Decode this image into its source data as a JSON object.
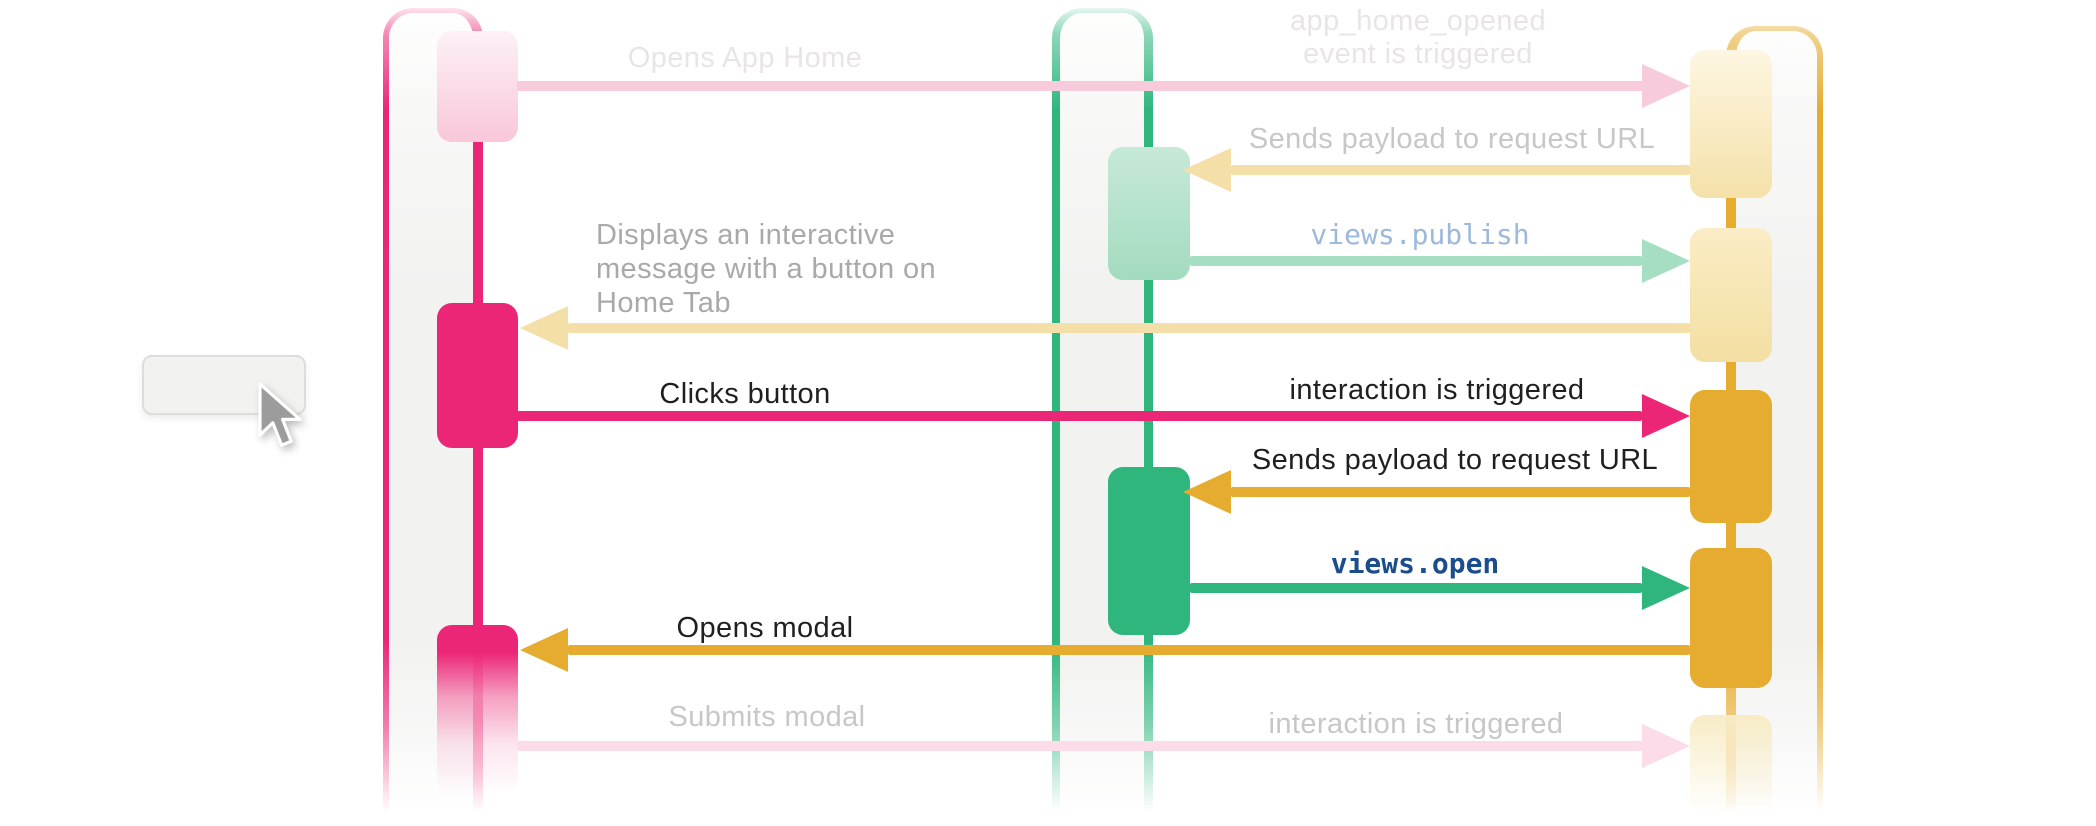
{
  "colors": {
    "pink": "#EC2677",
    "green": "#2EB67D",
    "gold": "#E6AC30",
    "pink-light": "#F7CBDC",
    "pink-faint": "#FBDCE8",
    "gold-light": "#F4DFA8",
    "mint": "#A5DEC3",
    "text-dark": "#1F1F1F",
    "text-gray": "#A9A9A9",
    "text-faint": "#C7C7C7",
    "text-ghost": "#E9E5E7",
    "code-light": "#9CB9DB",
    "code-dark": "#1B4D8C"
  },
  "lifelines": [
    {
      "id": "left",
      "color": "#EC2677"
    },
    {
      "id": "middle",
      "color": "#2EB67D"
    },
    {
      "id": "right",
      "color": "#E6AC30"
    }
  ],
  "messages": [
    {
      "label": "Opens App Home",
      "label_secondary": "app_home_opened\nevent is triggered",
      "from": "left",
      "to": "right",
      "state": "faded"
    },
    {
      "label": "Sends payload to request URL",
      "from": "right",
      "to": "middle",
      "state": "faded"
    },
    {
      "label": "views.publish",
      "from": "middle",
      "to": "right",
      "state": "faded",
      "code": true
    },
    {
      "label": "Displays an interactive\nmessage with a button on\nHome Tab",
      "from": "right",
      "to": "left",
      "state": "faded"
    },
    {
      "label": "Clicks button",
      "label_secondary": "interaction is triggered",
      "from": "left",
      "to": "right",
      "state": "active"
    },
    {
      "label": "Sends payload to request URL",
      "from": "right",
      "to": "middle",
      "state": "active"
    },
    {
      "label": "views.open",
      "from": "middle",
      "to": "right",
      "state": "active",
      "code": true
    },
    {
      "label": "Opens modal",
      "from": "right",
      "to": "left",
      "state": "active"
    },
    {
      "label": "Submits modal",
      "label_secondary": "interaction is triggered",
      "from": "left",
      "to": "right",
      "state": "faded"
    }
  ],
  "button": {
    "label": ""
  }
}
